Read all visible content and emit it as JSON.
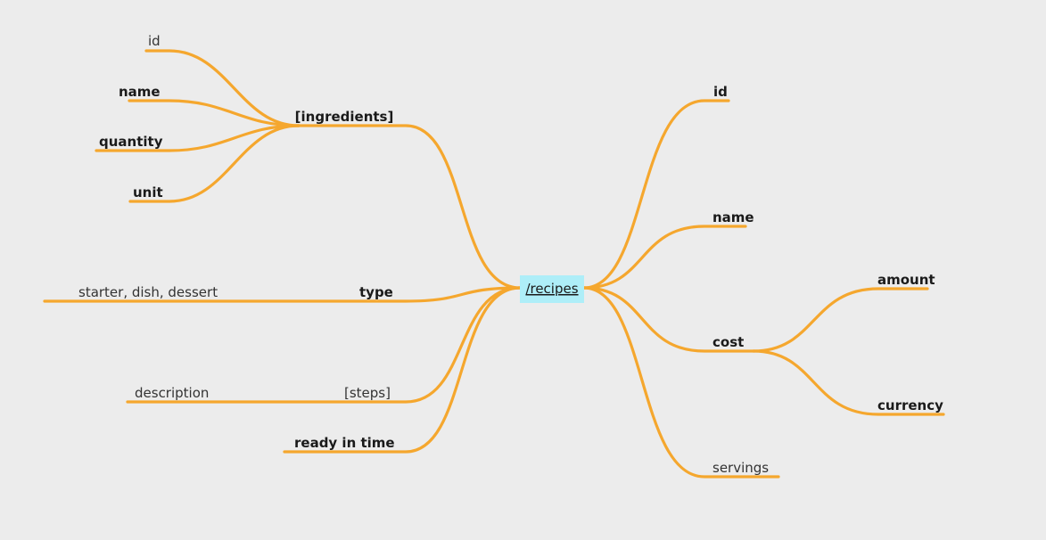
{
  "mindmap": {
    "root": "/recipes",
    "left": {
      "ingredients": {
        "label": "[ingredients]",
        "children": [
          "id",
          "name",
          "quantity",
          "unit"
        ]
      },
      "type": {
        "label": "type",
        "values": "starter, dish, dessert"
      },
      "steps": {
        "label": "[steps]",
        "children": [
          "description"
        ]
      },
      "ready_in_time": "ready in time"
    },
    "right": {
      "id": "id",
      "name": "name",
      "cost": {
        "label": "cost",
        "children": [
          "amount",
          "currency"
        ]
      },
      "servings": "servings"
    }
  },
  "colors": {
    "edge": "#f5a72e",
    "root_highlight": "#aeeef8",
    "background": "#ececec"
  }
}
